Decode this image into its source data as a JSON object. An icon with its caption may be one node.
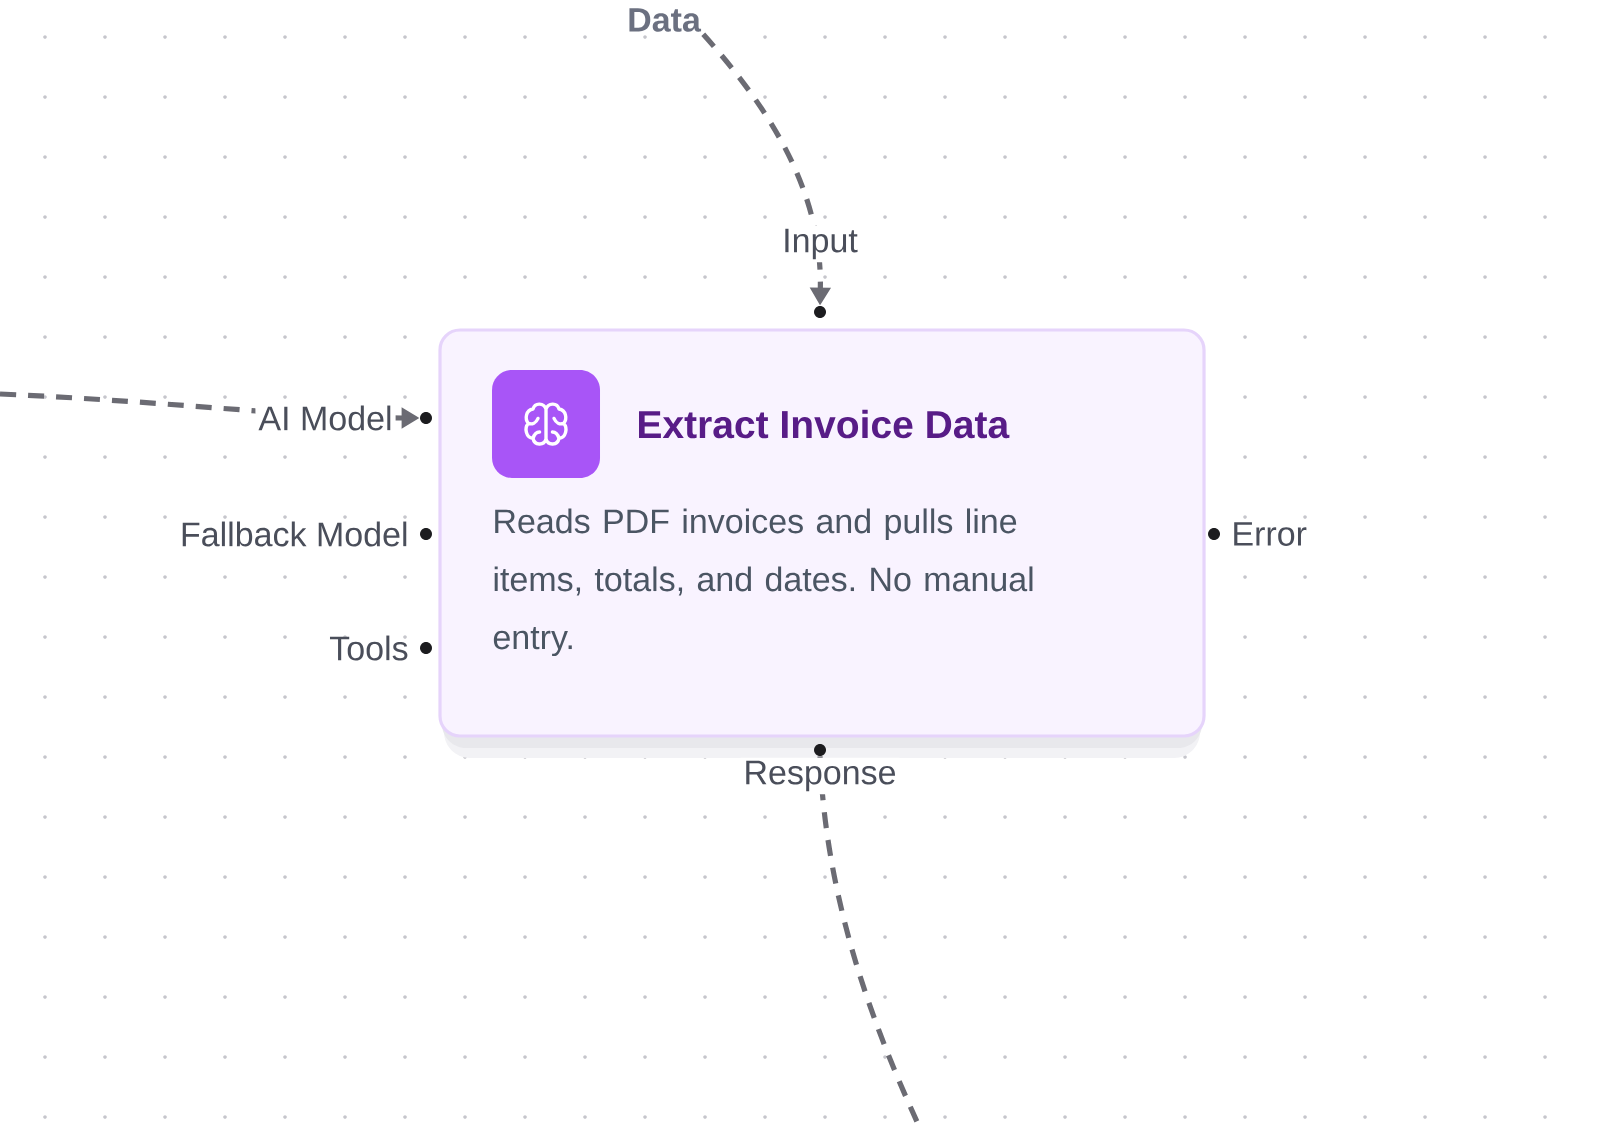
{
  "diagram": {
    "nodes": [
      {
        "text": [
          "Data"
        ]
      },
      {
        "text": [],
        "shape": "circle",
        "beside": [
          "Input"
        ]
      },
      {
        "text": [
          "Extract Invoice Data",
          "Reads PDF invoices and pulls line items, totals, and dates. No manual entry."
        ]
      },
      {
        "text": [],
        "shape": "circle",
        "beside": [
          "AI Model"
        ]
      },
      {
        "text": [],
        "shape": "circle",
        "beside": [
          "Fallback Model"
        ]
      },
      {
        "text": [],
        "shape": "circle",
        "beside": [
          "Tools"
        ]
      },
      {
        "text": [],
        "shape": "circle",
        "beside": [
          "Error"
        ]
      },
      {
        "text": [],
        "shape": "circle",
        "beside": [
          "Response"
        ]
      }
    ],
    "edges": [
      {
        "from": 0,
        "to": 1,
        "arrow": "to",
        "style": "dashed"
      },
      {
        "from": null,
        "to": 3,
        "arrow": "to",
        "style": "dashed"
      },
      {
        "from": 7,
        "to": null,
        "arrow": "none",
        "style": "dashed"
      }
    ]
  }
}
